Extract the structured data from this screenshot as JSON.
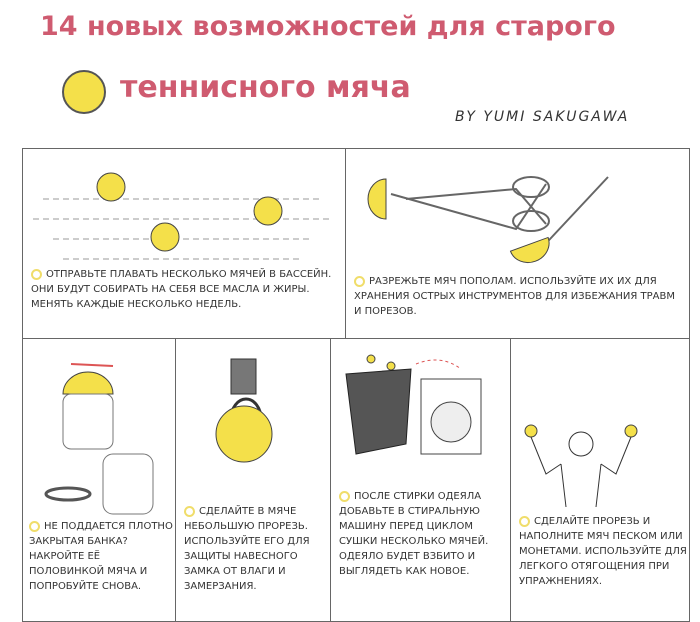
{
  "header": {
    "title_line1": "14 новых возможностей для старого",
    "title_line2": "теннисного мяча",
    "byline": "BY YUMI SAKUGAWA"
  },
  "panels": [
    {
      "text": "Отправьте плавать несколько мячей в бассейн. Они будут собирать на себя все масла и жиры. Менять каждые несколько недель."
    },
    {
      "text": "Разрежьте мяч пополам. Используйте их их для хранения острых инструментов для избежания травм и порезов."
    },
    {
      "text": "Не поддается плотно закрытая банка? Накройте её половинкой мяча и попробуйте снова."
    },
    {
      "text": "Сделайте в мяче небольшую прорезь. Используйте его для защиты навесного замка от влаги и замерзания."
    },
    {
      "text": "После стирки одеяла добавьте в стиральную машину перед циклом сушки несколько мячей. Одеяло будет взбито и выглядеть как новое."
    },
    {
      "text": "Сделайте прорезь и наполните мяч песком или монетами. Используйте для легкого отягощения при упражнениях."
    }
  ],
  "colors": {
    "title": "#cf5b70",
    "ball": "#f4e04a"
  }
}
